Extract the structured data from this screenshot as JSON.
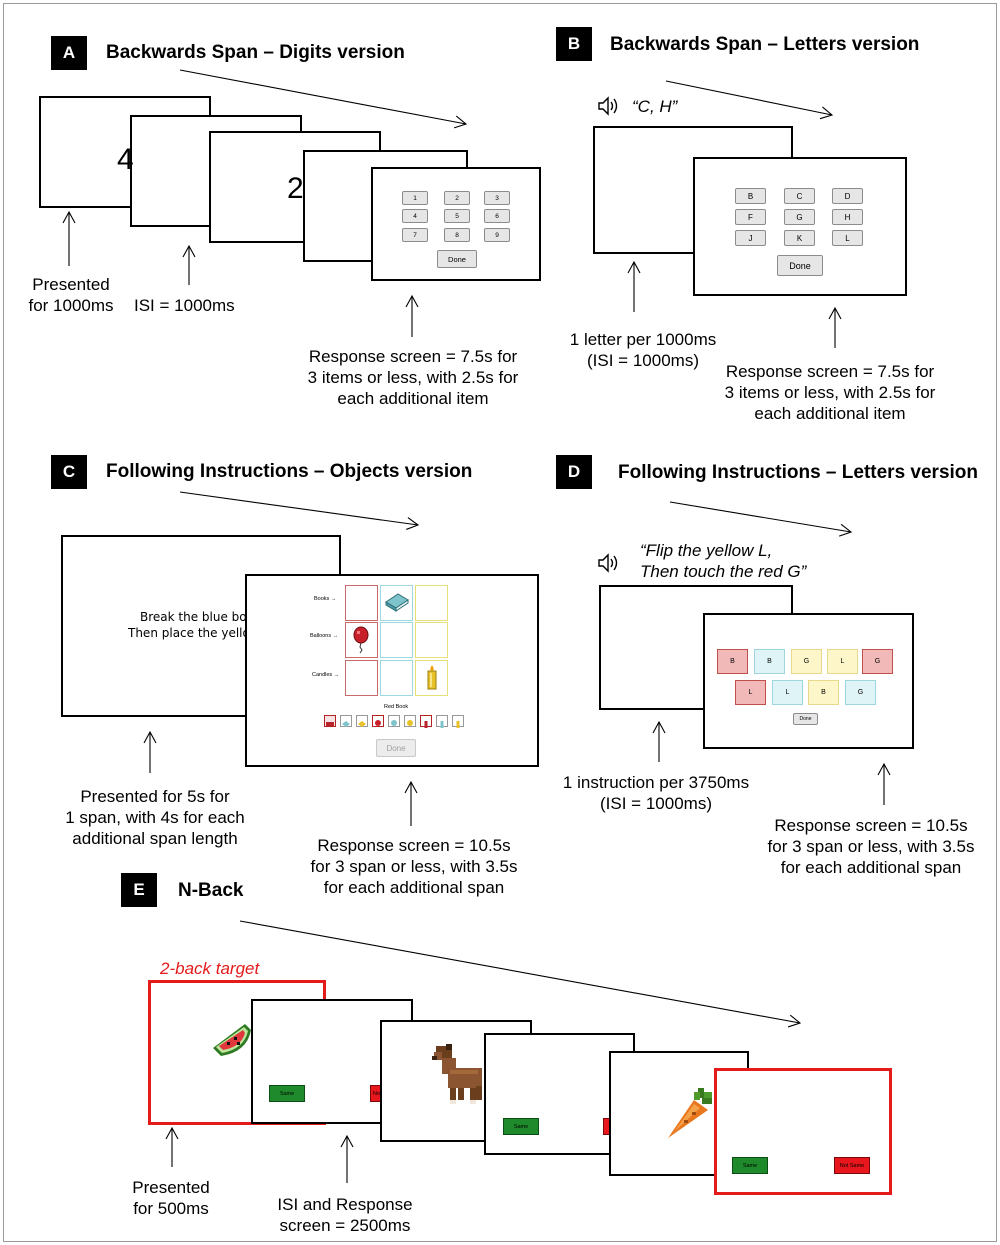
{
  "colors": {
    "red_accent": "#e41b1b",
    "same_green": "#1f8a2b",
    "not_same_red": "#e8161d",
    "key_gray": "#e6e6e6"
  },
  "panel_a": {
    "badge": "A",
    "title": "Backwards Span – Digits version",
    "digits_shown": [
      "4",
      "2"
    ],
    "keypad": [
      "1",
      "2",
      "3",
      "4",
      "5",
      "6",
      "7",
      "8",
      "9"
    ],
    "done_label": "Done",
    "caption_presented": [
      "Presented",
      "for 1000ms"
    ],
    "caption_isi": "ISI = 1000ms",
    "caption_response": [
      "Response screen = 7.5s for",
      "3 items or less, with 2.5s for",
      "each additional item"
    ]
  },
  "panel_b": {
    "badge": "B",
    "title": "Backwards Span – Letters version",
    "audio_prompt": "“C, H”",
    "speaker_icon": "speaker-icon",
    "letter_keys": [
      "B",
      "C",
      "D",
      "F",
      "G",
      "H",
      "J",
      "K",
      "L"
    ],
    "done_label": "Done",
    "caption_presented": [
      "1 letter per 1000ms",
      "(ISI = 1000ms)"
    ],
    "caption_response": [
      "Response screen = 7.5s for",
      "3 items or less, with 2.5s for",
      "each additional item"
    ]
  },
  "panel_c": {
    "badge": "C",
    "title": "Following Instructions – Objects version",
    "instruction_lines": [
      "Break the blue book",
      "Then place the yellow b"
    ],
    "row_labels": [
      "Books →",
      "Balloons →",
      "Candles →"
    ],
    "selected_label": "Red Book",
    "done_label": "Done",
    "caption_presented": [
      "Presented for 5s for",
      "1 span, with 4s for each",
      "additional span length"
    ],
    "caption_response": [
      "Response screen = 10.5s",
      "for 3 span or less, with 3.5s",
      "for each additional span"
    ]
  },
  "panel_d": {
    "badge": "D",
    "title": "Following Instructions – Letters version",
    "audio_prompt": [
      "“Flip the yellow L,",
      "Then touch the red G”"
    ],
    "row1": [
      {
        "letter": "B",
        "color": "#f2b9b9",
        "border": "#c0504d"
      },
      {
        "letter": "B",
        "color": "#dff4f6",
        "border": "#9fd6dc"
      },
      {
        "letter": "G",
        "color": "#fdf6c8",
        "border": "#e7d98b"
      },
      {
        "letter": "L",
        "color": "#fdf6c8",
        "border": "#e7d98b"
      },
      {
        "letter": "G",
        "color": "#f2b9b9",
        "border": "#c0504d"
      }
    ],
    "row2": [
      {
        "letter": "L",
        "color": "#f2b9b9",
        "border": "#c0504d"
      },
      {
        "letter": "L",
        "color": "#dff4f6",
        "border": "#9fd6dc"
      },
      {
        "letter": "B",
        "color": "#fdf6c8",
        "border": "#e7d98b"
      },
      {
        "letter": "G",
        "color": "#dff4f6",
        "border": "#9fd6dc"
      }
    ],
    "done_label": "Done",
    "caption_presented": [
      "1 instruction per 3750ms",
      "(ISI = 1000ms)"
    ],
    "caption_response": [
      "Response screen = 10.5s",
      "for 3 span or less, with 3.5s",
      "for each additional span"
    ]
  },
  "panel_e": {
    "badge": "E",
    "title": "N-Back",
    "target_label": "2-back target",
    "same_label": "Same",
    "not_same_label": "Not Same",
    "not_same_partial": "No",
    "stimuli": [
      "watermelon-icon",
      "horse-icon",
      "carrot-icon"
    ],
    "caption_presented": [
      "Presented",
      "for 500ms"
    ],
    "caption_isi": [
      "ISI and Response",
      "screen = 2500ms"
    ]
  }
}
